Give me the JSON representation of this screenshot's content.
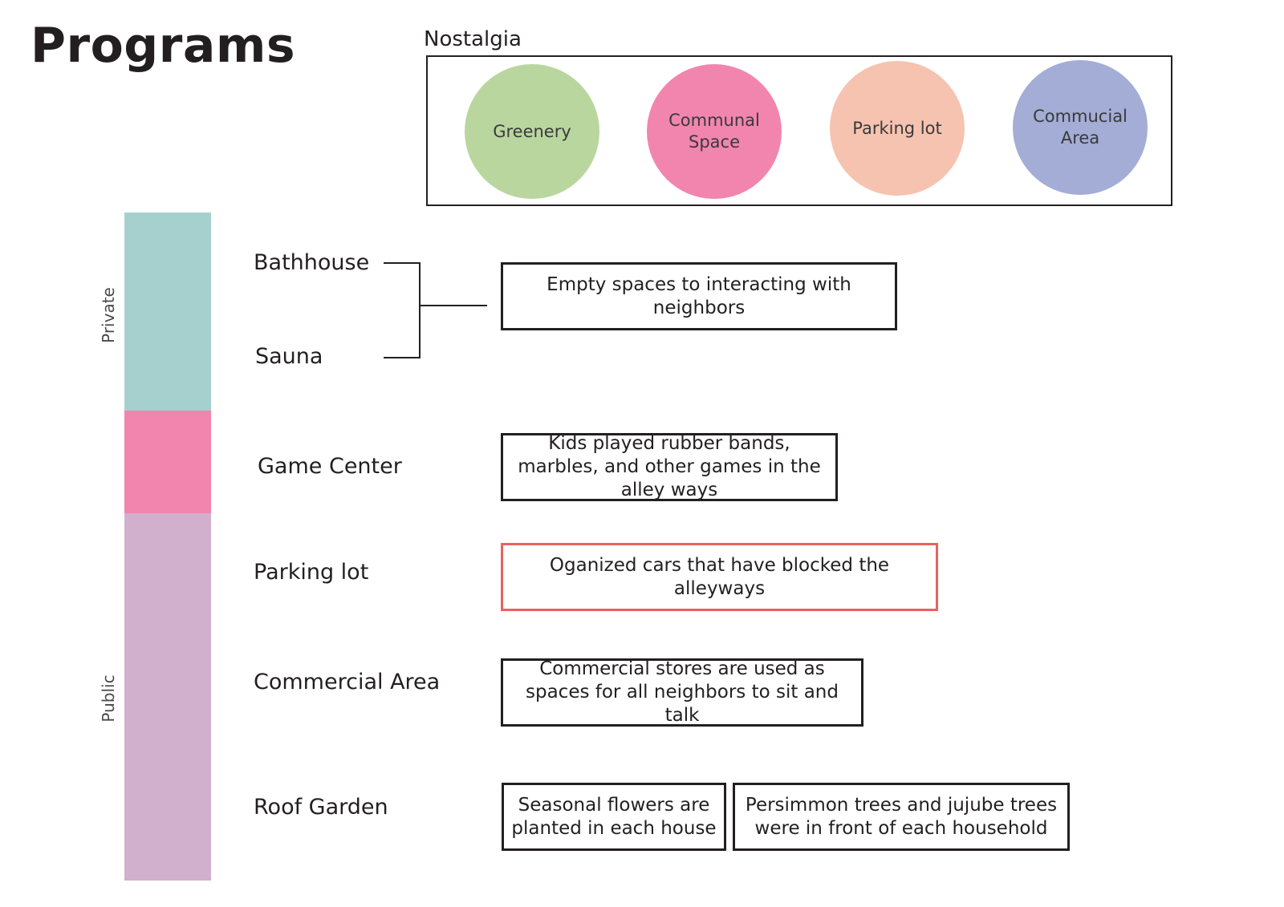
{
  "title": "Programs",
  "nostalgia": {
    "label": "Nostalgia",
    "circles": [
      {
        "label": "Greenery",
        "color": "#b9d69f"
      },
      {
        "label": "Communal Space",
        "color": "#f285ae"
      },
      {
        "label": "Parking lot",
        "color": "#f6c3b0"
      },
      {
        "label": "Commucial Area",
        "color": "#a3add6"
      }
    ]
  },
  "scale": {
    "private_label": "Private",
    "public_label": "Public",
    "colors": {
      "private": "#a6d0cd",
      "game": "#f285ae",
      "public": "#d0b0cd"
    }
  },
  "programs": {
    "bathhouse": "Bathhouse",
    "sauna": "Sauna",
    "game_center": "Game Center",
    "parking_lot": "Parking lot",
    "commercial_area": "Commercial Area",
    "roof_garden": "Roof Garden"
  },
  "descriptions": {
    "bath_sauna": "Empty spaces to interacting with neighbors",
    "game_center": "Kids played rubber bands, marbles, and other games in the alley ways",
    "parking_lot": "Oganized cars that have blocked the alleyways",
    "commercial_area": "Commercial stores are used as spaces for all neighbors to sit and talk",
    "roof_garden_1": "Seasonal flowers are planted in each house",
    "roof_garden_2": "Persimmon trees and jujube trees were in front of each household"
  },
  "highlight_color": "#e8625f"
}
